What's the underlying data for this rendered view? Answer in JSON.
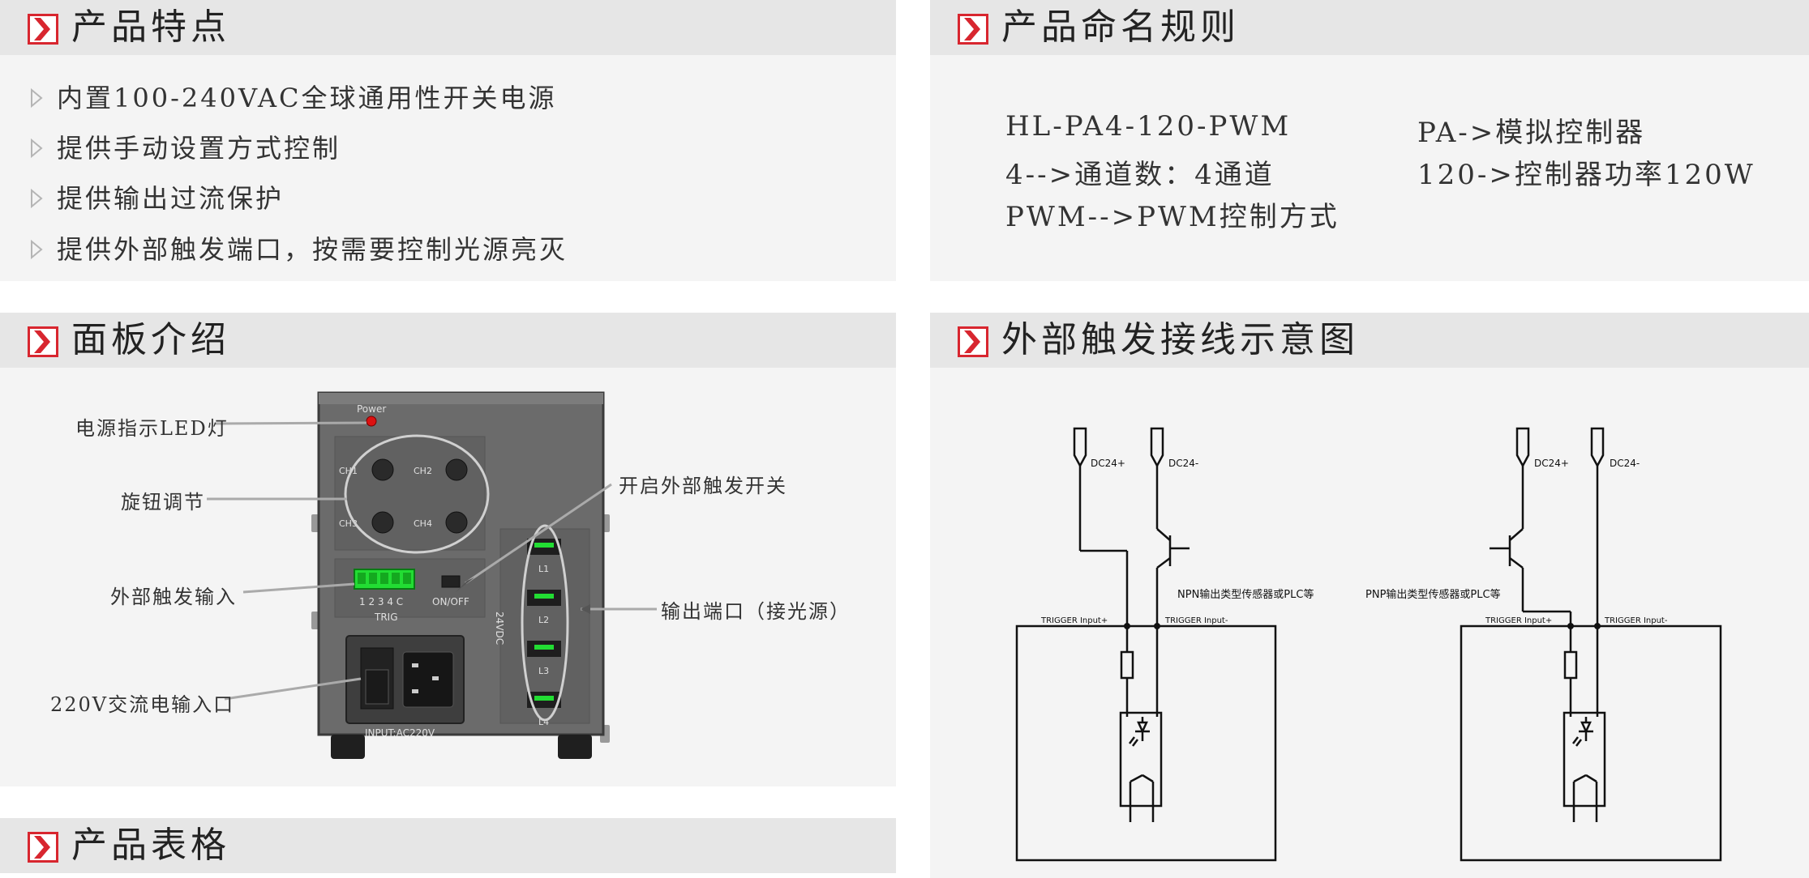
{
  "sections": {
    "features": {
      "title": "产品特点"
    },
    "naming": {
      "title": "产品命名规则"
    },
    "panel": {
      "title": "面板介绍"
    },
    "wiring": {
      "title": "外部触发接线示意图"
    },
    "spec": {
      "title": "产品表格"
    }
  },
  "features": [
    "内置100-240VAC全球通用性开关电源",
    "提供手动设置方式控制",
    "提供输出过流保护",
    "提供外部触发端口，按需要控制光源亮灭"
  ],
  "naming": {
    "model": "HL-PA4-120-PWM",
    "pa": "PA->模拟控制器",
    "channels": "4-->通道数：4通道",
    "power": "120->控制器功率120W",
    "pwm": "PWM-->PWM控制方式"
  },
  "panel_labels": {
    "led": "电源指示LED灯",
    "knob": "旋钮调节",
    "trigger_in": "外部触发输入",
    "ac_in": "220V交流电输入口",
    "trigger_switch": "开启外部触发开关",
    "output": "输出端口（接光源）"
  },
  "device": {
    "power": "Power",
    "ch1": "CH1",
    "ch2": "CH2",
    "ch3": "CH3",
    "ch4": "CH4",
    "trig_nums": "1 2 3 4 C",
    "onoff": "ON/OFF",
    "trig": "TRIG",
    "input": "INPUT:AC220V",
    "dc24v": "24VDC",
    "l1": "L1",
    "l2": "L2",
    "l3": "L3",
    "l4": "L4"
  },
  "wiring": {
    "left": {
      "dc_plus": "DC24+",
      "dc_minus": "DC24-",
      "note": "NPN输出类型传感器或PLC等",
      "in_plus": "TRIGGER Input+",
      "in_minus": "TRIGGER Input-"
    },
    "right": {
      "dc_plus": "DC24+",
      "dc_minus": "DC24-",
      "note": "PNP输出类型传感器或PLC等",
      "in_plus": "TRIGGER Input+",
      "in_minus": "TRIGGER Input-"
    }
  },
  "colors": {
    "accent": "#d8262f",
    "header_bg": "#e6e6e6",
    "panel_bg": "#f4f4f4",
    "device": "#6b6b6b",
    "led_green": "#22dd33"
  }
}
